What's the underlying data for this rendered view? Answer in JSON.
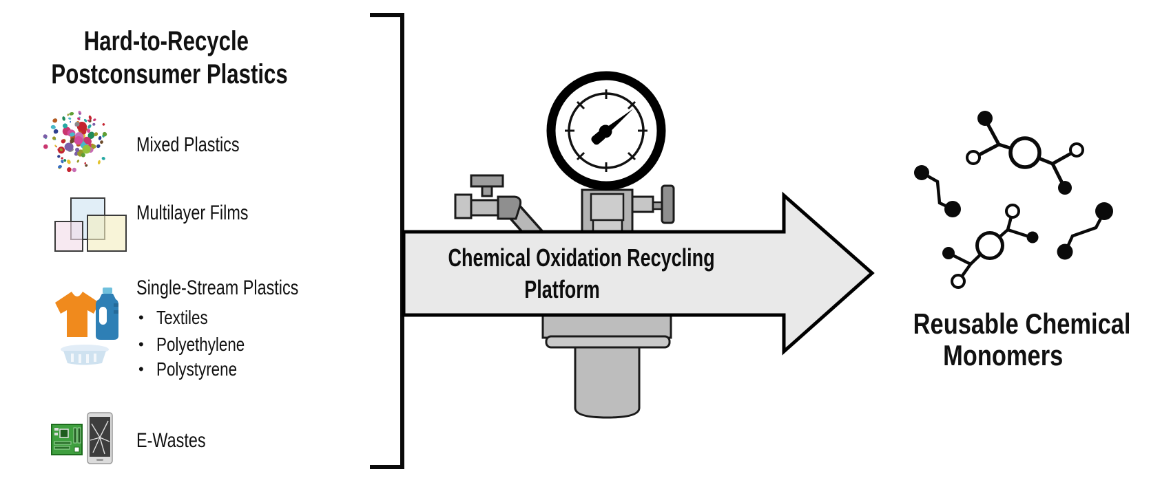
{
  "diagram": {
    "left": {
      "title_line1": "Hard-to-Recycle",
      "title_line2": "Postconsumer Plastics",
      "items": [
        {
          "label": "Mixed Plastics",
          "icon": "mixed-plastics-icon"
        },
        {
          "label": "Multilayer Films",
          "icon": "multilayer-films-icon"
        },
        {
          "label": "Single-Stream Plastics",
          "icon": "single-stream-plastics-icon",
          "bullets": [
            "Textiles",
            "Polyethylene",
            "Polystyrene"
          ]
        },
        {
          "label": "E-Wastes",
          "icon": "e-wastes-icon"
        }
      ],
      "bullet_glyph": "•"
    },
    "center": {
      "arrow_line1": "Chemical Oxidation Recycling",
      "arrow_line2": "Platform",
      "icon": "pressure-reactor-icon"
    },
    "right": {
      "title_line1": "Reusable Chemical",
      "title_line2": "Monomers",
      "icon": "monomer-molecules-icon"
    },
    "colors": {
      "outline": "#0a0a0a",
      "arrow_fill": "#e9e9e9",
      "apparatus_light": "#cdcdcd",
      "apparatus_mid": "#b8b8b8",
      "apparatus_dark": "#8f8f8f",
      "shirt_orange": "#f08a1d",
      "bottle_blue": "#2e7fb5",
      "bottle_cap_blue": "#6fc0dd",
      "tray_blue": "#cfe2f0",
      "pcb_green": "#3f9f3f",
      "phone_gray": "#dcdcdc",
      "confetti_palette": [
        "#c9366f",
        "#25a8a2",
        "#b65a20",
        "#5f9e34",
        "#7b5ea7",
        "#e3c32e",
        "#8a8a8a",
        "#c42430",
        "#3a6fc0",
        "#e07a22",
        "#1f8a5a",
        "#c86cb4",
        "#2e3f8f",
        "#9a9a2a",
        "#d44a9a",
        "#6b4a2a",
        "#49b8c8",
        "#96c23a"
      ]
    }
  }
}
